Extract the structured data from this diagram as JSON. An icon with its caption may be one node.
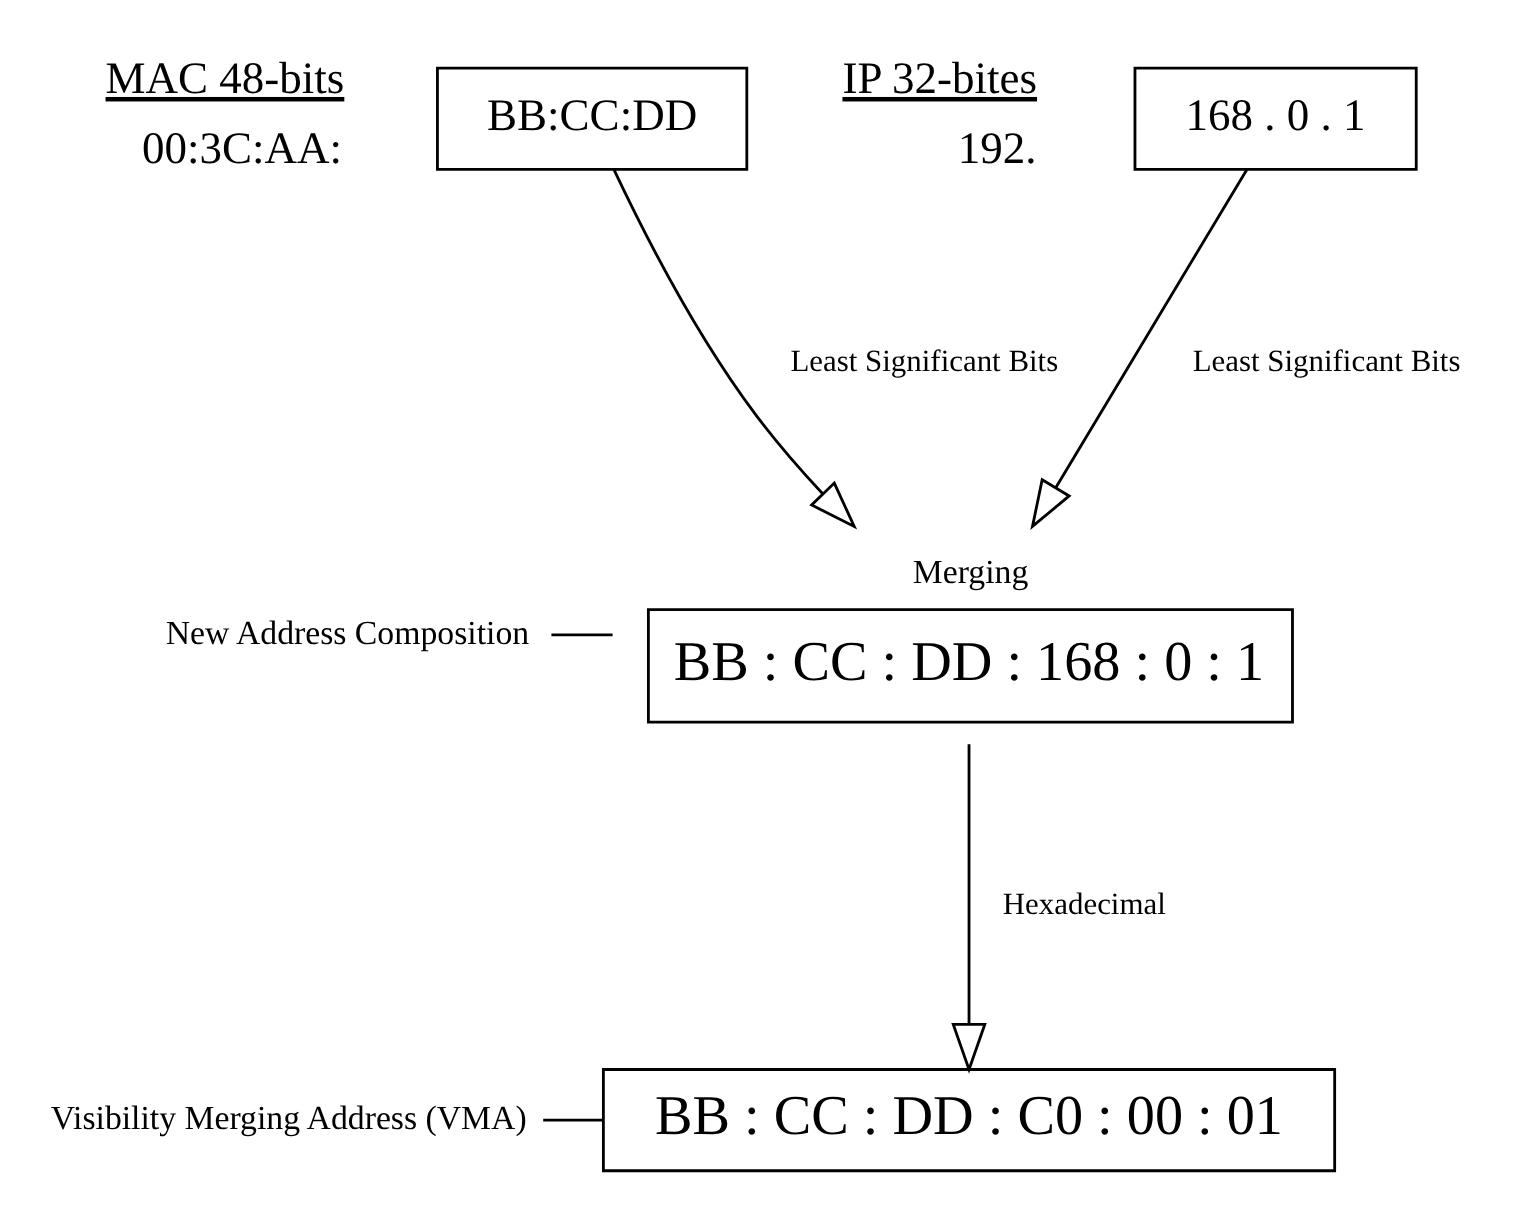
{
  "diagram": {
    "nodes": [
      {
        "text": [
          "MAC 48-bits",
          "00:3C:AA:"
        ]
      },
      {
        "text": [
          "BB:CC:DD"
        ]
      },
      {
        "text": [
          "IP 32-bites",
          "192."
        ]
      },
      {
        "text": [
          "168 . 0 . 1"
        ]
      },
      {
        "text": [
          "Merging",
          "BB : CC : DD : 168 : 0 : 1"
        ]
      },
      {
        "text": [
          "New Address Composition"
        ]
      },
      {
        "text": [
          "BB : CC : DD : C0 : 00 : 01"
        ]
      },
      {
        "text": [
          "Visibility Merging Address (VMA)"
        ]
      }
    ],
    "edges": [
      {
        "from": 1,
        "to": 4,
        "arrow": "to",
        "label": "Least Significant Bits"
      },
      {
        "from": 3,
        "to": 4,
        "arrow": "to",
        "label": "Least Significant Bits"
      },
      {
        "from": 5,
        "to": 4,
        "arrow": "none"
      },
      {
        "from": 4,
        "to": 6,
        "arrow": "to",
        "label": "Hexadecimal"
      },
      {
        "from": 7,
        "to": 6,
        "arrow": "none"
      }
    ]
  }
}
